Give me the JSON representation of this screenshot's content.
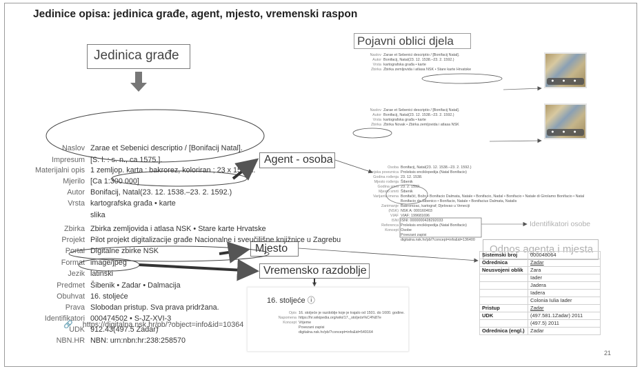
{
  "title": "Jedinice opisa: jedinica građe, agent, mjesto, vremenski raspon",
  "callouts": {
    "jedinica": "Jedinica građe",
    "pojavni": "Pojavni oblici djela",
    "agent": "Agent - osoba",
    "mjesto": "Mjesto",
    "vremensko": "Vremensko razdoblje",
    "odnos": "Odnos agenta i mjesta",
    "identifikatori": "Identifikatori osobe"
  },
  "record": [
    {
      "label": "Naslov",
      "value": "Zarae et Sebenici descriptio / [Bonifacij Natal]."
    },
    {
      "label": "Impresum",
      "value": "[S. l. : s. n., ca 1575.]."
    },
    {
      "label": "Materijalni opis",
      "value": "1 zemljop. karta : bakrorez, koloriran ; 23 x 15 cm."
    },
    {
      "label": "Mjerilo",
      "value": "[Ca 1:300 000]"
    },
    {
      "label": "Autor",
      "value": "Bonifacij, Natal(23. 12. 1538.–23. 2. 1592.)"
    },
    {
      "label": "Vrsta",
      "value": "kartografska građa  • karte"
    },
    {
      "label": "",
      "value": "slika"
    },
    {
      "label": "Zbirka",
      "value": "Zbirka zemljovida i atlasa NSK  • Stare karte Hrvatske"
    },
    {
      "label": "Projekt",
      "value": "Pilot projekt digitalizacije građe Nacionalne i sveučilišne knjižnice u Zagrebu"
    },
    {
      "label": "Portal",
      "value": "Digitalne zbirke NSK"
    },
    {
      "label": "Format",
      "value": "image/jpeg"
    },
    {
      "label": "Jezik",
      "value": "latinski"
    },
    {
      "label": "Predmet",
      "value": "Šibenik  • Zadar  • Dalmacija"
    },
    {
      "label": "Obuhvat",
      "value": "16. stoljeće"
    },
    {
      "label": "Prava",
      "value": "Slobodan pristup. Sva prava pridržana."
    },
    {
      "label": "Identifikatori",
      "value": "000474502 • S-JZ-XVI-3"
    },
    {
      "label": "UDK",
      "value": "912.43(497.5 Zadar)"
    },
    {
      "label": "NBN.HR",
      "value": "NBN: urn:nbn:hr:238:258570"
    }
  ],
  "link": "https://digitalna.nsk.hr/pb/?object=info&id=10364",
  "pojavni1": [
    {
      "label": "Naslov",
      "value": "Zarae et Sebenici descriptio / [Bonifacij Natal]."
    },
    {
      "label": "Autor",
      "value": "Bonifacij, Natal(23. 12. 1538.–23. 2. 1592.)"
    },
    {
      "label": "Vrsta",
      "value": "kartografska građa  • karte"
    },
    {
      "label": "Zbirka",
      "value": "Zbirka zemljovida i atlasa NSK  • Stare karte Hrvatske"
    }
  ],
  "pojavni2": [
    {
      "label": "Naslov",
      "value": "Zarae et Sebenici descriptio / [Bonifacij Natal]."
    },
    {
      "label": "Autor",
      "value": "Bonifacij, Natal(23. 12. 1538.–23. 2. 1592.)"
    },
    {
      "label": "Vrsta",
      "value": "kartografska građa  • karte"
    },
    {
      "label": "Zbirka",
      "value": "Zbirka Novak  • Zbirka zemljovida i atlasa NSK"
    }
  ],
  "agent": [
    {
      "label": "Osoba",
      "value": "Bonifacij, Natal(23. 12. 1538.–23. 2. 1592.)"
    },
    {
      "label": "Vanjska poveznica",
      "value": "Proleksis enciklopedija (Natal Bonifacio)"
    },
    {
      "label": "Godina rođenja",
      "value": "23. 12. 1538."
    },
    {
      "label": "Mjesto rođenja",
      "value": "Šibenik"
    },
    {
      "label": "Godina smrti",
      "value": "23. 2. 1592."
    },
    {
      "label": "Mjesto smrti",
      "value": "Šibenik"
    },
    {
      "label": "Varijanta imena",
      "value": "Bonifačić, Božo • Bonifacio Dalmata, Natale • Bonifacio, Nadal • Bonifacio • Natale di Girolamo Bonifacio • Natal"
    },
    {
      "label": "",
      "value": "Bonifacio da Sibenico • Bonifacio, Natale • Bonifacius Dalmata, Natalis"
    },
    {
      "label": "Zanimanje",
      "value": "Bakrorezac, kartograf; Djelovao u Veneciji"
    },
    {
      "label": "(NSK)",
      "value": "NSK A: 000160403"
    },
    {
      "label": "VIAF",
      "value": "VIAF: 199681696"
    },
    {
      "label": "ISNI",
      "value": "ISNI: 0000000428292033"
    },
    {
      "label": "Referenca",
      "value": "Proleksis enciklopedija (Natal Bonifacio)"
    },
    {
      "label": "Koncept",
      "value": "Osobe"
    },
    {
      "label": "",
      "value": "Povezani zapisi"
    },
    {
      "label": "",
      "value": "digitalna.nsk.hr/pb/?concept=info&id=136400"
    }
  ],
  "period": {
    "title": "16. stoljeće",
    "rows": [
      {
        "label": "Opis",
        "value": "16. stoljeće je razdoblje koje je trajalo od 1501. do 1600. godine."
      },
      {
        "label": "Napomena",
        "value": "https://hr.wikipedia.org/wiki/17._stoljeće%C4%87e"
      },
      {
        "label": "Koncept",
        "value": "Vrijeme"
      },
      {
        "label": "",
        "value": "Povezani zapisi"
      },
      {
        "label": "",
        "value": "digitalna.nsk.hr/pb/?concept=info&id=549164"
      }
    ]
  },
  "udk_table": [
    {
      "key": "Sistemski broj",
      "value": "000048064"
    },
    {
      "key": "Odrednica",
      "value": "Zadar"
    },
    {
      "key": "Neusvojeni oblik",
      "value": "Zara"
    },
    {
      "key": "",
      "value": "Iader"
    },
    {
      "key": "",
      "value": "Jadera"
    },
    {
      "key": "",
      "value": "Iadera"
    },
    {
      "key": "",
      "value": "Colonia Iulia Iader"
    },
    {
      "key": "Pristup",
      "value": "Zadar"
    },
    {
      "key": "UDK",
      "value": "(497.581.1Zadar) 2011"
    },
    {
      "key": "",
      "value": "(497.5) 2011"
    },
    {
      "key": "Odrednica (engl.)",
      "value": "Zadar"
    }
  ],
  "page_number": "21"
}
